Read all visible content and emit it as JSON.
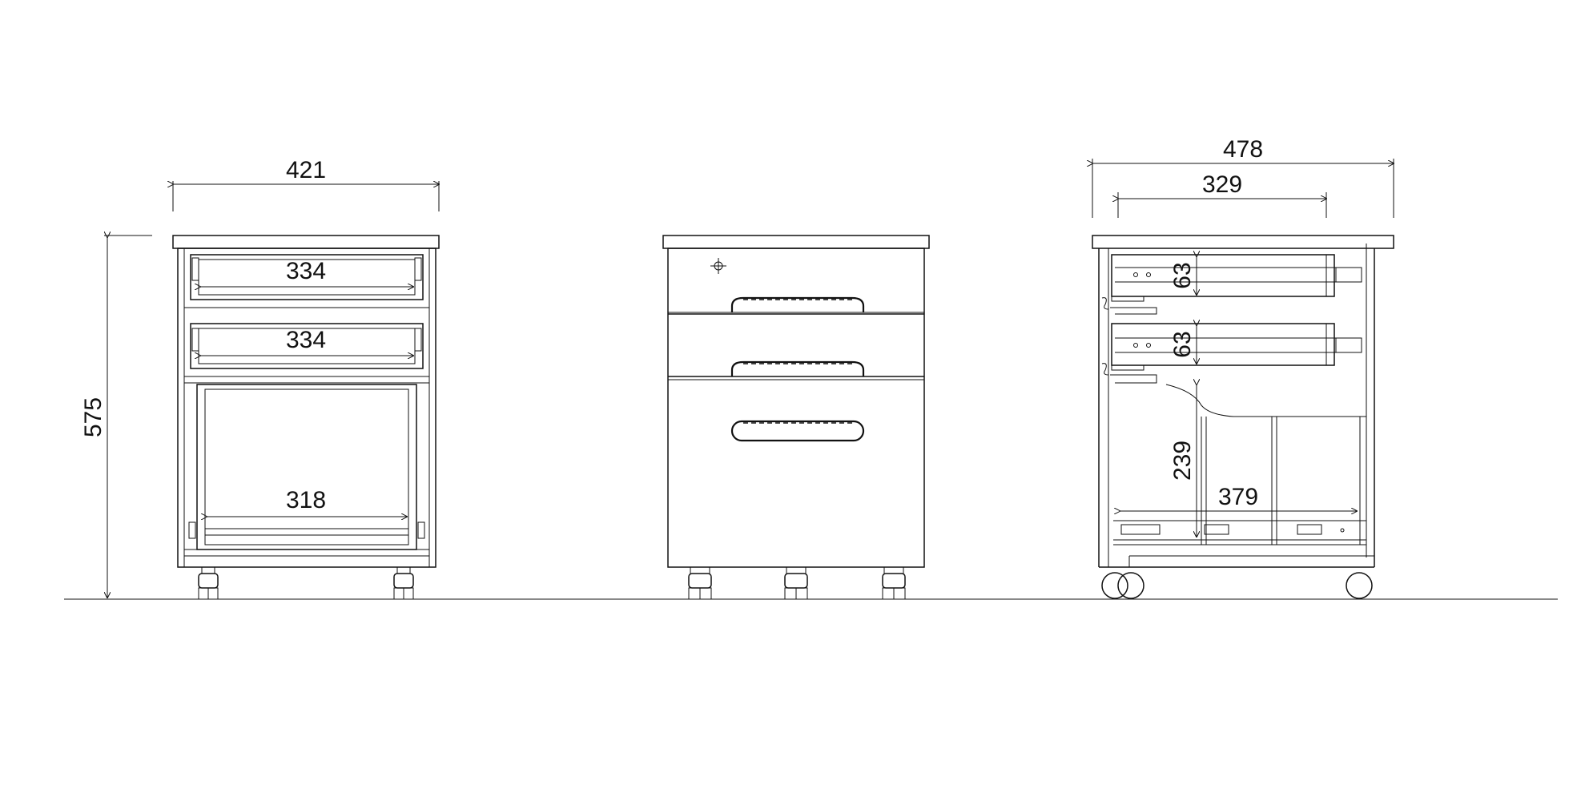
{
  "dimensions": {
    "front_width": "421",
    "drawer1_inner_width": "334",
    "drawer2_inner_width": "334",
    "bottom_inner_width": "318",
    "overall_height": "575",
    "side_depth": "478",
    "slide_depth": "329",
    "drawer_height1": "63",
    "drawer_height2": "63",
    "file_depth": "379",
    "file_height": "239"
  }
}
